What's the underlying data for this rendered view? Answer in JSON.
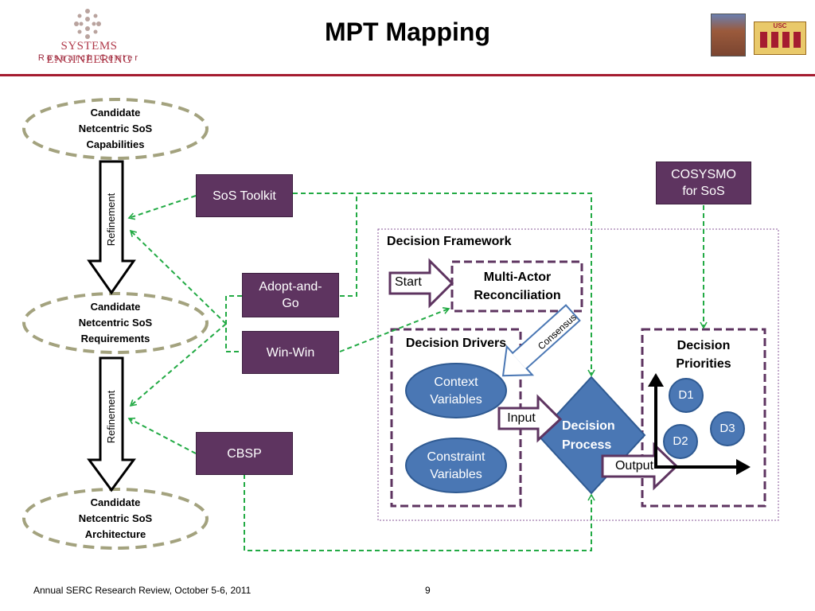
{
  "header": {
    "title": "MPT Mapping",
    "logo_line1": "SYSTEMS ENGINEERING",
    "logo_line2": "Research Center",
    "usc_label": "USC"
  },
  "colors": {
    "accent_red": "#a51c30",
    "box_purple": "#5e3460",
    "circle_blue": "#4a77b4",
    "dashed_green": "#22aa44",
    "ellipse_olive": "#a3a27e"
  },
  "left_column": {
    "capabilities": "Candidate\nNetcentric SoS\nCapabilities",
    "requirements": "Candidate\nNetcentric SoS\nRequirements",
    "architecture": "Candidate\nNetcentric SoS\nArchitecture",
    "refinement_1": "Refinement",
    "refinement_2": "Refinement"
  },
  "tools": {
    "sos_toolkit": "SoS Toolkit",
    "adopt_and_go": "Adopt-and-\nGo",
    "win_win": "Win-Win",
    "cbsp": "CBSP",
    "cosysmo": "COSYSMO\nfor SoS"
  },
  "framework": {
    "title": "Decision Framework",
    "start": "Start",
    "multi_actor": "Multi-Actor\nReconciliation",
    "consensus": "Consensus",
    "drivers_title": "Decision Drivers",
    "context_variables": "Context\nVariables",
    "constraint_variables": "Constraint\nVariables",
    "input": "Input",
    "decision_process": "Decision\nProcess",
    "output": "Output",
    "priorities_title": "Decision\nPriorities",
    "d1": "D1",
    "d2": "D2",
    "d3": "D3"
  },
  "footer": {
    "event": "Annual SERC Research Review, October 5-6, 2011",
    "page": "9"
  }
}
